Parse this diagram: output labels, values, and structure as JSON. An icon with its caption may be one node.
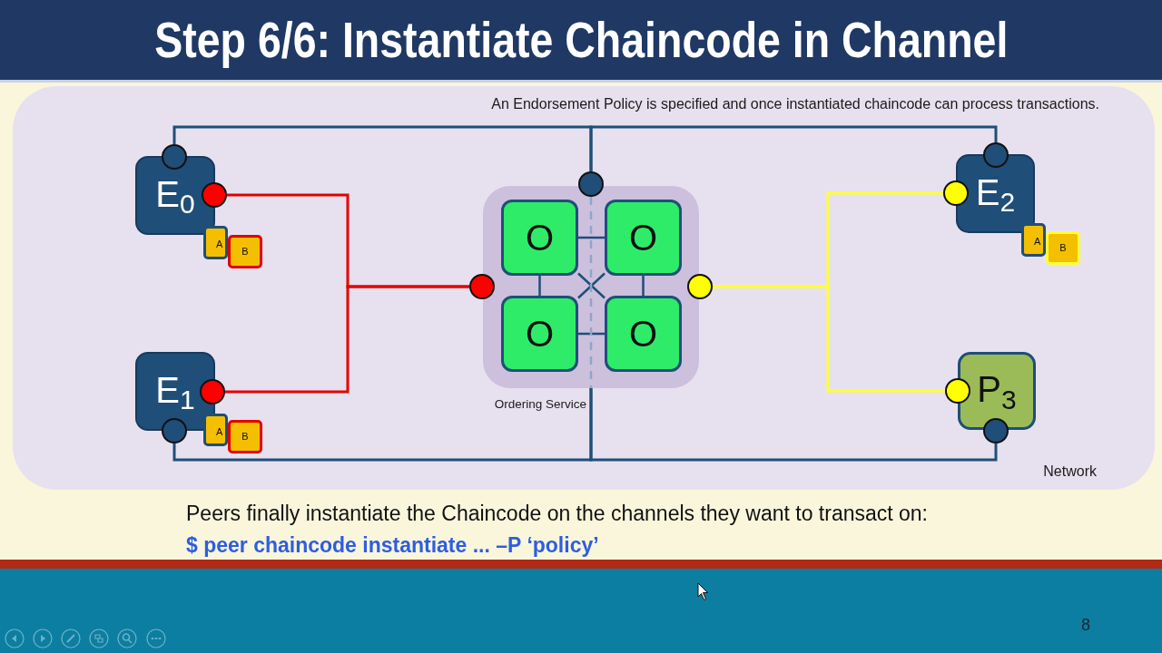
{
  "diagram": {
    "title": "Step 6/6: Instantiate Chaincode in Channel",
    "nodes": [
      {
        "text": [
          "Network"
        ]
      },
      {
        "text": [
          "E$_{0}$"
        ],
        "in": 0
      },
      {
        "text": [],
        "shape": "circle",
        "in": 0
      },
      {
        "text": [],
        "shape": "circle",
        "in": 0
      },
      {
        "text": [
          "A"
        ],
        "in": 0
      },
      {
        "text": [
          "B"
        ],
        "in": 0
      },
      {
        "text": [
          "Ordering Service"
        ],
        "in": 0
      },
      {
        "text": [],
        "shape": "circle",
        "in": 0
      },
      {
        "text": [],
        "shape": "circle",
        "in": 0
      },
      {
        "text": [],
        "shape": "circle",
        "in": 0
      },
      {
        "text": [
          "O"
        ],
        "in": 6
      },
      {
        "text": [
          "O"
        ],
        "in": 6
      },
      {
        "text": [
          "O"
        ],
        "in": 6
      },
      {
        "text": [
          "O"
        ],
        "in": 6
      },
      {
        "text": [
          "E$_{2}$"
        ],
        "in": 0
      },
      {
        "text": [],
        "shape": "circle",
        "in": 0
      },
      {
        "text": [],
        "shape": "circle",
        "in": 0
      },
      {
        "text": [
          "A"
        ],
        "in": 0
      },
      {
        "text": [
          "B"
        ],
        "in": 0
      },
      {
        "text": [
          "E$_{1}$"
        ],
        "in": 0
      },
      {
        "text": [],
        "shape": "circle",
        "in": 0
      },
      {
        "text": [],
        "shape": "circle",
        "in": 0
      },
      {
        "text": [
          "A"
        ],
        "in": 0
      },
      {
        "text": [
          "B"
        ],
        "in": 0
      },
      {
        "text": [
          "P$_{3}$"
        ],
        "in": 0
      },
      {
        "text": [],
        "shape": "circle",
        "in": 0
      },
      {
        "text": [],
        "shape": "circle",
        "in": 0
      }
    ],
    "edges": [
      {
        "from": 2,
        "to": 7,
        "arrow": "none"
      },
      {
        "from": 7,
        "to": 15,
        "arrow": "none"
      },
      {
        "from": 21,
        "to": 6,
        "arrow": "none"
      },
      {
        "from": 6,
        "to": 26,
        "arrow": "none"
      },
      {
        "from": 3,
        "to": 8,
        "arrow": "none",
        "color": "#e60000"
      },
      {
        "from": 20,
        "to": 8,
        "arrow": "none",
        "color": "#e60000"
      },
      {
        "from": 9,
        "to": 16,
        "arrow": "none",
        "color": "#ffff33"
      },
      {
        "from": 9,
        "to": 25,
        "arrow": "none",
        "color": "#ffff33"
      },
      {
        "from": 10,
        "to": 11,
        "arrow": "none"
      },
      {
        "from": 12,
        "to": 13,
        "arrow": "none"
      },
      {
        "from": 10,
        "to": 12,
        "arrow": "none"
      },
      {
        "from": 11,
        "to": 13,
        "arrow": "none"
      },
      {
        "from": 10,
        "to": 13,
        "arrow": "none"
      },
      {
        "from": 11,
        "to": 12,
        "arrow": "none"
      },
      {
        "from": 7,
        "to": 6,
        "arrow": "none",
        "style": "dashed",
        "color": "#8ea6c8"
      }
    ],
    "labels": [
      "An Endorsement Policy is specified and once instantiated chaincode can process transactions.",
      "Peers finally instantiate the Chaincode on the channels they want to transact on:",
      "$ peer chaincode instantiate ... –P ‘policy’",
      "8"
    ]
  }
}
